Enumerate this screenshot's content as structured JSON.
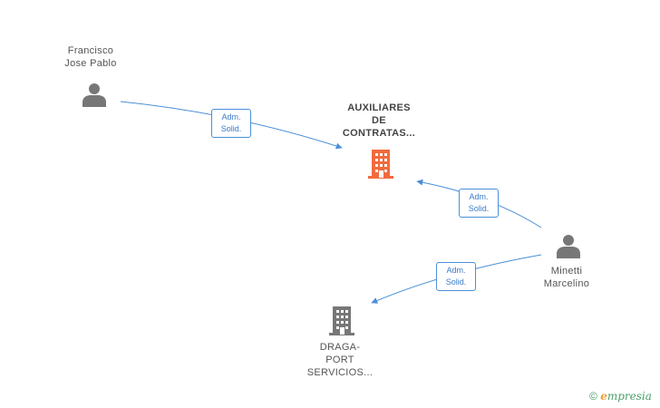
{
  "nodes": {
    "francisco": {
      "label_line1": "Francisco",
      "label_line2": "Jose Pablo"
    },
    "auxiliares": {
      "label_line1": "AUXILIARES",
      "label_line2": "DE",
      "label_line3": "CONTRATAS..."
    },
    "minetti": {
      "label_line1": "Minetti",
      "label_line2": "Marcelino"
    },
    "draga": {
      "label_line1": "DRAGA-",
      "label_line2": "PORT",
      "label_line3": "SERVICIOS..."
    }
  },
  "edges": {
    "francisco_auxiliares": {
      "line1": "Adm.",
      "line2": "Solid."
    },
    "minetti_auxiliares": {
      "line1": "Adm.",
      "line2": "Solid."
    },
    "minetti_draga": {
      "line1": "Adm.",
      "line2": "Solid."
    }
  },
  "colors": {
    "edge": "#4a8fd8",
    "person_icon": "#777777",
    "main_company_icon": "#f26a3d",
    "company_icon": "#777777"
  },
  "icons": {
    "person": "person-icon",
    "company": "building-icon"
  },
  "footer": {
    "copyright": "©",
    "brand": "mpresia",
    "brand_initial": "e"
  }
}
